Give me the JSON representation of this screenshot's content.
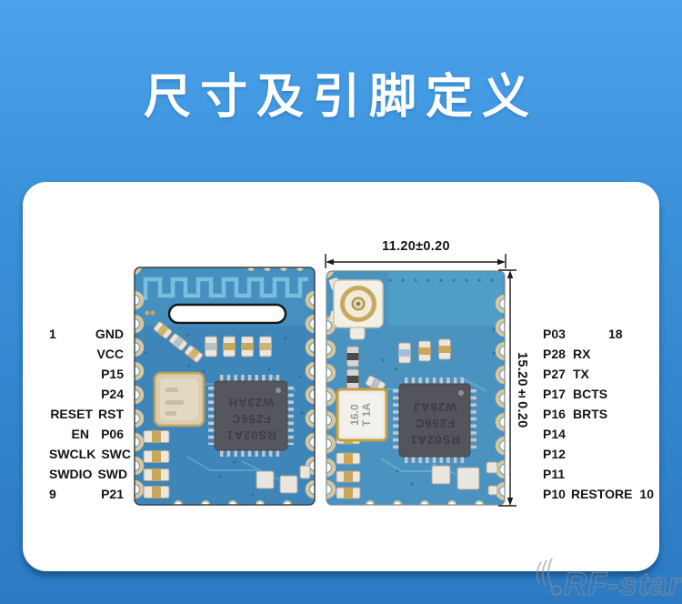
{
  "header": {
    "title": "尺寸及引脚定义"
  },
  "card": {
    "left_module": {
      "pins": [
        {
          "num": "1",
          "alt": "",
          "name": "GND"
        },
        {
          "num": "",
          "alt": "",
          "name": "VCC"
        },
        {
          "num": "",
          "alt": "",
          "name": "P15"
        },
        {
          "num": "",
          "alt": "",
          "name": "P24"
        },
        {
          "num": "",
          "alt": "RESET",
          "name": "RST"
        },
        {
          "num": "",
          "alt": "EN",
          "name": "P06"
        },
        {
          "num": "",
          "alt": "SWCLK",
          "name": "SWC"
        },
        {
          "num": "",
          "alt": "SWDIO",
          "name": "SWD"
        },
        {
          "num": "9",
          "alt": "",
          "name": "P21"
        }
      ],
      "chip_marking": {
        "line1": "RS02A1",
        "line2": "F256C",
        "line3": "W23AH"
      }
    },
    "right_module": {
      "pins": [
        {
          "name": "P03",
          "alt": "",
          "num": "18"
        },
        {
          "name": "P28",
          "alt": "RX",
          "num": ""
        },
        {
          "name": "P27",
          "alt": "TX",
          "num": ""
        },
        {
          "name": "P17",
          "alt": "BCTS",
          "num": ""
        },
        {
          "name": "P16",
          "alt": "BRTS",
          "num": ""
        },
        {
          "name": "P14",
          "alt": "",
          "num": ""
        },
        {
          "name": "P12",
          "alt": "",
          "num": ""
        },
        {
          "name": "P11",
          "alt": "",
          "num": ""
        },
        {
          "name": "P10",
          "alt": "RESTORE",
          "num": "10"
        }
      ],
      "chip_marking": {
        "line1": "RS02A1",
        "line2": "F256C",
        "line3": "W28AJ"
      },
      "crystal_marking": {
        "line1": "16.0",
        "line2": "T 1A"
      }
    },
    "dimensions": {
      "width": "11.20±0.20",
      "height": "15.20±0.20"
    }
  },
  "watermark": {
    "brand": "RF-star"
  },
  "colors": {
    "banner_blue": "#3a90d8",
    "bottom_blue": "#2b7ac3",
    "pcb_blue": "#3e86b9",
    "pad_gold": "#c9a85c"
  }
}
